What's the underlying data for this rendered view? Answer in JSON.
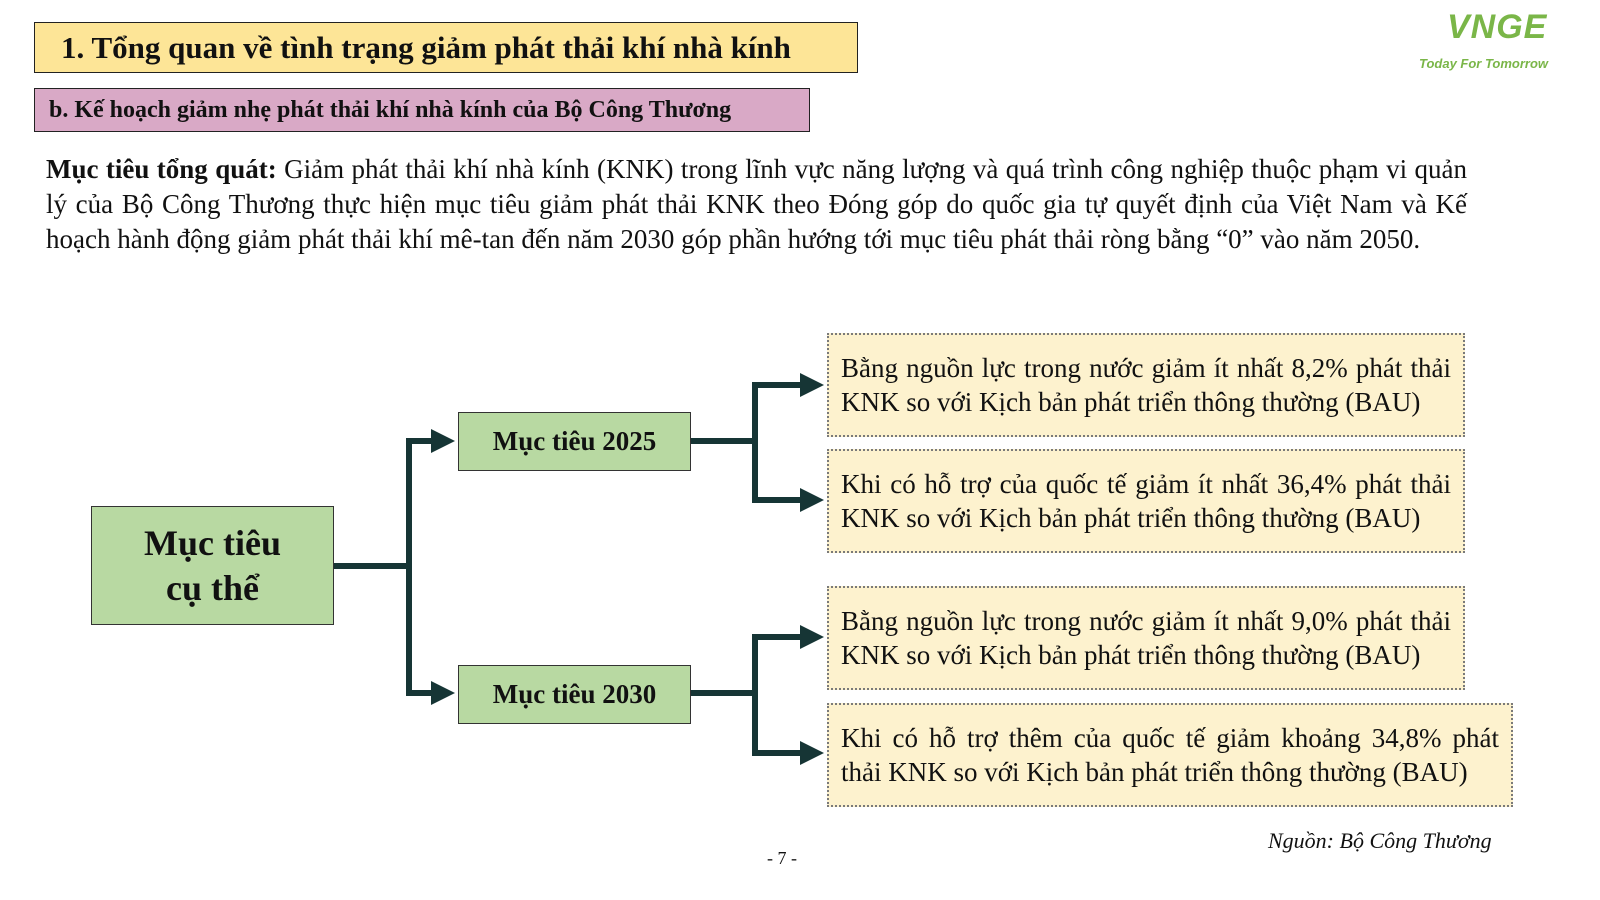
{
  "header": {
    "title": "1. Tổng quan về tình trạng giảm phát thải khí nhà kính",
    "subtitle": "b. Kế hoạch giảm nhẹ phát thải khí nhà kính của Bộ Công Thương"
  },
  "logo": {
    "mark": "VNGE",
    "tagline": "Today For Tomorrow"
  },
  "intro": {
    "lead": "Mục tiêu tổng quát:",
    "text": " Giảm phát thải khí nhà kính (KNK) trong lĩnh vực năng lượng và quá trình công nghiệp thuộc phạm vi quản lý của Bộ Công Thương thực hiện mục tiêu giảm phát thải KNK theo Đóng góp do quốc gia tự quyết định của Việt Nam và Kế hoạch hành động giảm phát thải khí mê-tan đến năm 2030 góp phần hướng tới mục tiêu phát thải ròng bằng “0” vào năm 2050."
  },
  "diagram": {
    "root": {
      "line1": "Mục tiêu",
      "line2": "cụ thể"
    },
    "goal_2025": {
      "label": "Mục tiêu 2025",
      "items": [
        "Bằng nguồn lực trong nước giảm ít nhất 8,2% phát thải KNK so với Kịch bản phát triển thông thường (BAU)",
        "Khi có hỗ trợ của quốc tế giảm ít nhất 36,4% phát thải KNK so với Kịch bản phát triển thông thường (BAU)"
      ]
    },
    "goal_2030": {
      "label": "Mục tiêu 2030",
      "items": [
        "Bằng nguồn lực trong nước giảm ít nhất 9,0% phát thải KNK so với Kịch bản phát triển thông thường (BAU)",
        "Khi có hỗ trợ thêm của quốc tế giảm khoảng 34,8% phát thải KNK so với Kịch bản phát triển thông thường (BAU)"
      ]
    }
  },
  "footer": {
    "source": "Nguồn: Bộ Công Thương",
    "page": "- 7 -"
  },
  "colors": {
    "title_bg": "#fde597",
    "subtitle_bg": "#d9a9c6",
    "green_box": "#b8d9a2",
    "detail_bg": "#fdf2ce",
    "connector": "#163535",
    "logo_green": "#7ab648"
  }
}
